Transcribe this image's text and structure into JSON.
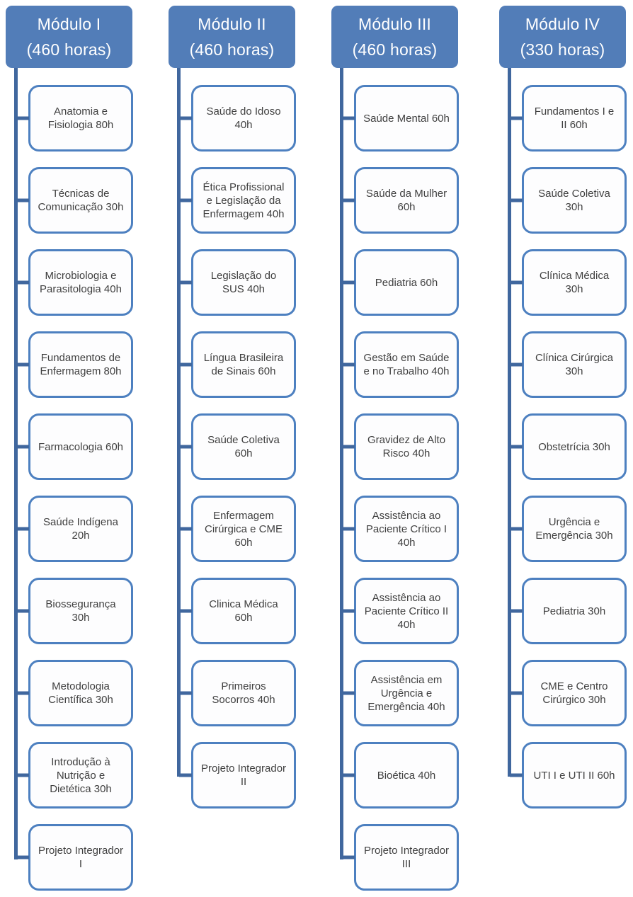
{
  "colors": {
    "header_bg": "#527db8",
    "header_text": "#ffffff",
    "item_border": "#4d80c0",
    "item_bg": "#fdfdfe",
    "item_text": "#404040",
    "connector": "#40679e",
    "canvas_bg": "#ffffff"
  },
  "diagram": {
    "type": "hierarchy-list",
    "columns": [
      {
        "title": "Módulo I",
        "subtitle": "(460 horas)",
        "items": [
          "Anatomia e Fisiologia 80h",
          "Técnicas de Comunicação 30h",
          "Microbiologia e Parasitologia 40h",
          "Fundamentos de Enfermagem 80h",
          "Farmacologia 60h",
          "Saúde Indígena 20h",
          "Biossegurança 30h",
          "Metodologia Científica 30h",
          "Introdução à Nutrição e Dietética 30h",
          "Projeto Integrador I"
        ]
      },
      {
        "title": "Módulo II",
        "subtitle": "(460 horas)",
        "items": [
          "Saúde do Idoso 40h",
          "Ética Profissional e Legislação da Enfermagem 40h",
          "Legislação do SUS 40h",
          "Língua Brasileira de Sinais 60h",
          "Saúde Coletiva 60h",
          "Enfermagem Cirúrgica e CME 60h",
          "Clinica Médica 60h",
          "Primeiros Socorros 40h",
          "Projeto Integrador II"
        ]
      },
      {
        "title": "Módulo III",
        "subtitle": "(460 horas)",
        "items": [
          "Saúde Mental 60h",
          "Saúde da Mulher 60h",
          "Pediatria 60h",
          "Gestão em Saúde e no Trabalho 40h",
          "Gravidez de Alto Risco 40h",
          "Assistência ao Paciente Crítico I 40h",
          "Assistência ao Paciente Crítico II 40h",
          "Assistência em Urgência e Emergência 40h",
          "Bioética 40h",
          "Projeto Integrador III"
        ]
      },
      {
        "title": "Módulo IV",
        "subtitle": "(330 horas)",
        "items": [
          "Fundamentos I e II 60h",
          "Saúde Coletiva 30h",
          "Clínica Médica 30h",
          "Clínica Cirúrgica 30h",
          "Obstetrícia 30h",
          "Urgência e Emergência 30h",
          "Pediatria 30h",
          "CME e Centro Cirúrgico 30h",
          "UTI I e UTI II 60h"
        ]
      }
    ]
  }
}
